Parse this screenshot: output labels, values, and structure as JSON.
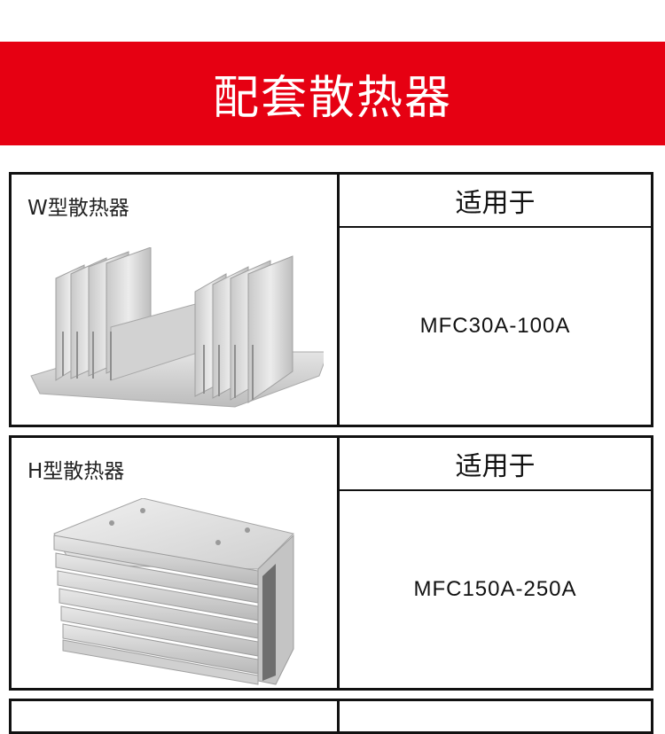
{
  "header": {
    "title": "配套散热器"
  },
  "colors": {
    "banner": "#e60012",
    "border": "#111111",
    "heatsink": "#d9d9d9"
  },
  "rows": [
    {
      "type_label": "W型散热器",
      "column_header": "适用于",
      "model": "MFC30A-100A",
      "image": "w-heatsink-image"
    },
    {
      "type_label": "H型散热器",
      "column_header": "适用于",
      "model": "MFC150A-250A",
      "image": "h-heatsink-image"
    }
  ]
}
